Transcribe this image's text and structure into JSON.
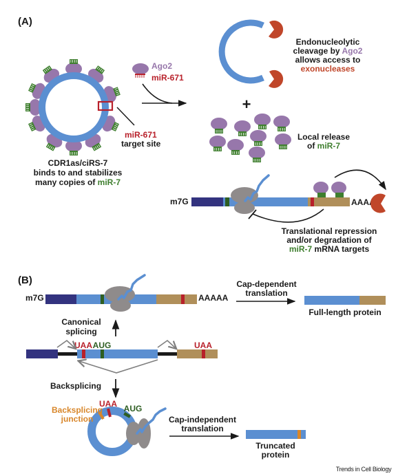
{
  "colors": {
    "rna_blue": "#5b8fd1",
    "cap_navy": "#33337f",
    "utr_tan": "#b08f5a",
    "stop_red": "#b8202a",
    "start_green": "#2e5e22",
    "ago_purple": "#9777ab",
    "exonuclease_orange": "#c0462a",
    "junction_orange": "#d8862a",
    "ribosome_gray": "#8f8b8b",
    "mirna_green": "#3f7f2f",
    "text": "#1a1a1a"
  },
  "panel_a": {
    "label": "(A)",
    "circ_caption_line1": "CDR1as/ciRS-7",
    "circ_caption_line2": "binds to and stabilizes",
    "circ_caption_line3_prefix": "many copies of ",
    "circ_caption_line3_highlight": "miR-7",
    "target_site_line1": "miR-671",
    "target_site_line2": "target site",
    "ago2_label": "Ago2",
    "mir671_label": "miR-671",
    "cleavage_line1": "Endonucleolytic",
    "cleavage_line2_prefix": "cleavage by ",
    "cleavage_line2_highlight": "Ago2",
    "cleavage_line3": "allows access to",
    "cleavage_line4": "exonucleases",
    "plus_sign": "+",
    "release_line1": "Local release",
    "release_line2_prefix": "of ",
    "release_line2_highlight": "miR-7",
    "cap_label": "m7G",
    "polya_label": "AAAAA",
    "repression_line1": "Translational repression",
    "repression_line2": "and/or degradation of",
    "repression_line3_highlight": "miR-7",
    "repression_line3_suffix": " mRNA targets"
  },
  "panel_b": {
    "label": "(B)",
    "cap_label": "m7G",
    "polya_label": "AAAAA",
    "cap_dependent_line1": "Cap-dependent",
    "cap_dependent_line2": "translation",
    "full_length_label": "Full-length protein",
    "canonical_line1": "Canonical",
    "canonical_line2": "splicing",
    "uaa_label_1": "UAA",
    "aug_label_1": "AUG",
    "uaa_label_2": "UAA",
    "backsplicing_label": "Backsplicing",
    "junction_line1": "Backsplicing",
    "junction_line2": "junction",
    "uaa_label_circ": "UAA",
    "aug_label_circ": "AUG",
    "cap_independent_line1": "Cap-independent",
    "cap_independent_line2": "translation",
    "truncated_line1": "Truncated",
    "truncated_line2": "protein"
  },
  "footer": {
    "credit": "Trends in Cell Biology"
  }
}
